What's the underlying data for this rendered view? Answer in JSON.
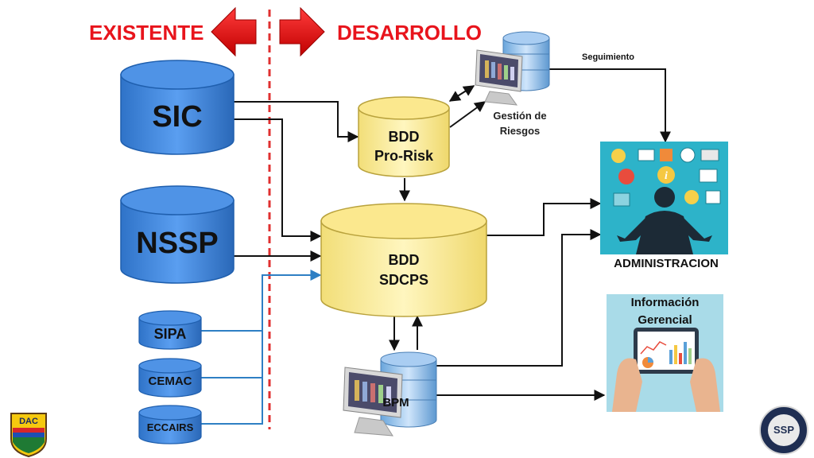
{
  "headers": {
    "left": "EXISTENTE",
    "right": "DESARROLLO"
  },
  "systems": {
    "sic": "SIC",
    "nssp": "NSSP",
    "sipa": "SIPA",
    "cemac": "CEMAC",
    "eccairs": "ECCAIRS"
  },
  "databases": {
    "prorisk_line1": "BDD",
    "prorisk_line2": "Pro-Risk",
    "sdcps_line1": "BDD",
    "sdcps_line2": "SDCPS"
  },
  "nodes": {
    "risk_line1": "Gestión de",
    "risk_line2": "Riesgos",
    "bpm": "BPM",
    "admin": "ADMINISTRACION",
    "info_line1": "Información",
    "info_line2": "Gerencial"
  },
  "edges": {
    "seguimiento": "Seguimiento"
  },
  "logos": {
    "left": "DAC",
    "right": "SSP"
  },
  "colors": {
    "existing_blue": "#3f86d8",
    "dev_yellow": "#fdf0a0",
    "arrow_red": "#e8141c",
    "divider_red": "#e03030",
    "link_blue": "#2e7fc4",
    "admin_teal": "#2db3c9"
  }
}
